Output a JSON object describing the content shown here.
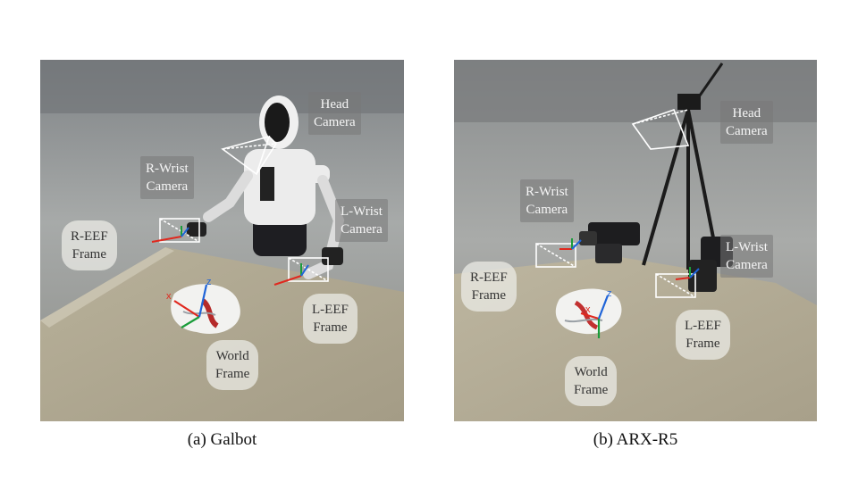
{
  "panels": [
    {
      "caption": "(a) Galbot",
      "labels": {
        "head_camera": "Head\nCamera",
        "r_wrist_camera": "R-Wrist\nCamera",
        "l_wrist_camera": "L-Wrist\nCamera",
        "r_eef_frame": "R-EEF\nFrame",
        "l_eef_frame": "L-EEF\nFrame",
        "world_frame": "World\nFrame"
      }
    },
    {
      "caption": "(b) ARX-R5",
      "labels": {
        "head_camera": "Head\nCamera",
        "r_wrist_camera": "R-Wrist\nCamera",
        "l_wrist_camera": "L-Wrist\nCamera",
        "r_eef_frame": "R-EEF\nFrame",
        "l_eef_frame": "L-EEF\nFrame",
        "world_frame": "World\nFrame"
      }
    }
  ],
  "axis_letters": {
    "x": "x",
    "z": "z"
  },
  "colors": {
    "axis_x": "#e0281e",
    "axis_y": "#1a9c3a",
    "axis_z": "#1f64d8",
    "frustum": "#ffffff"
  }
}
